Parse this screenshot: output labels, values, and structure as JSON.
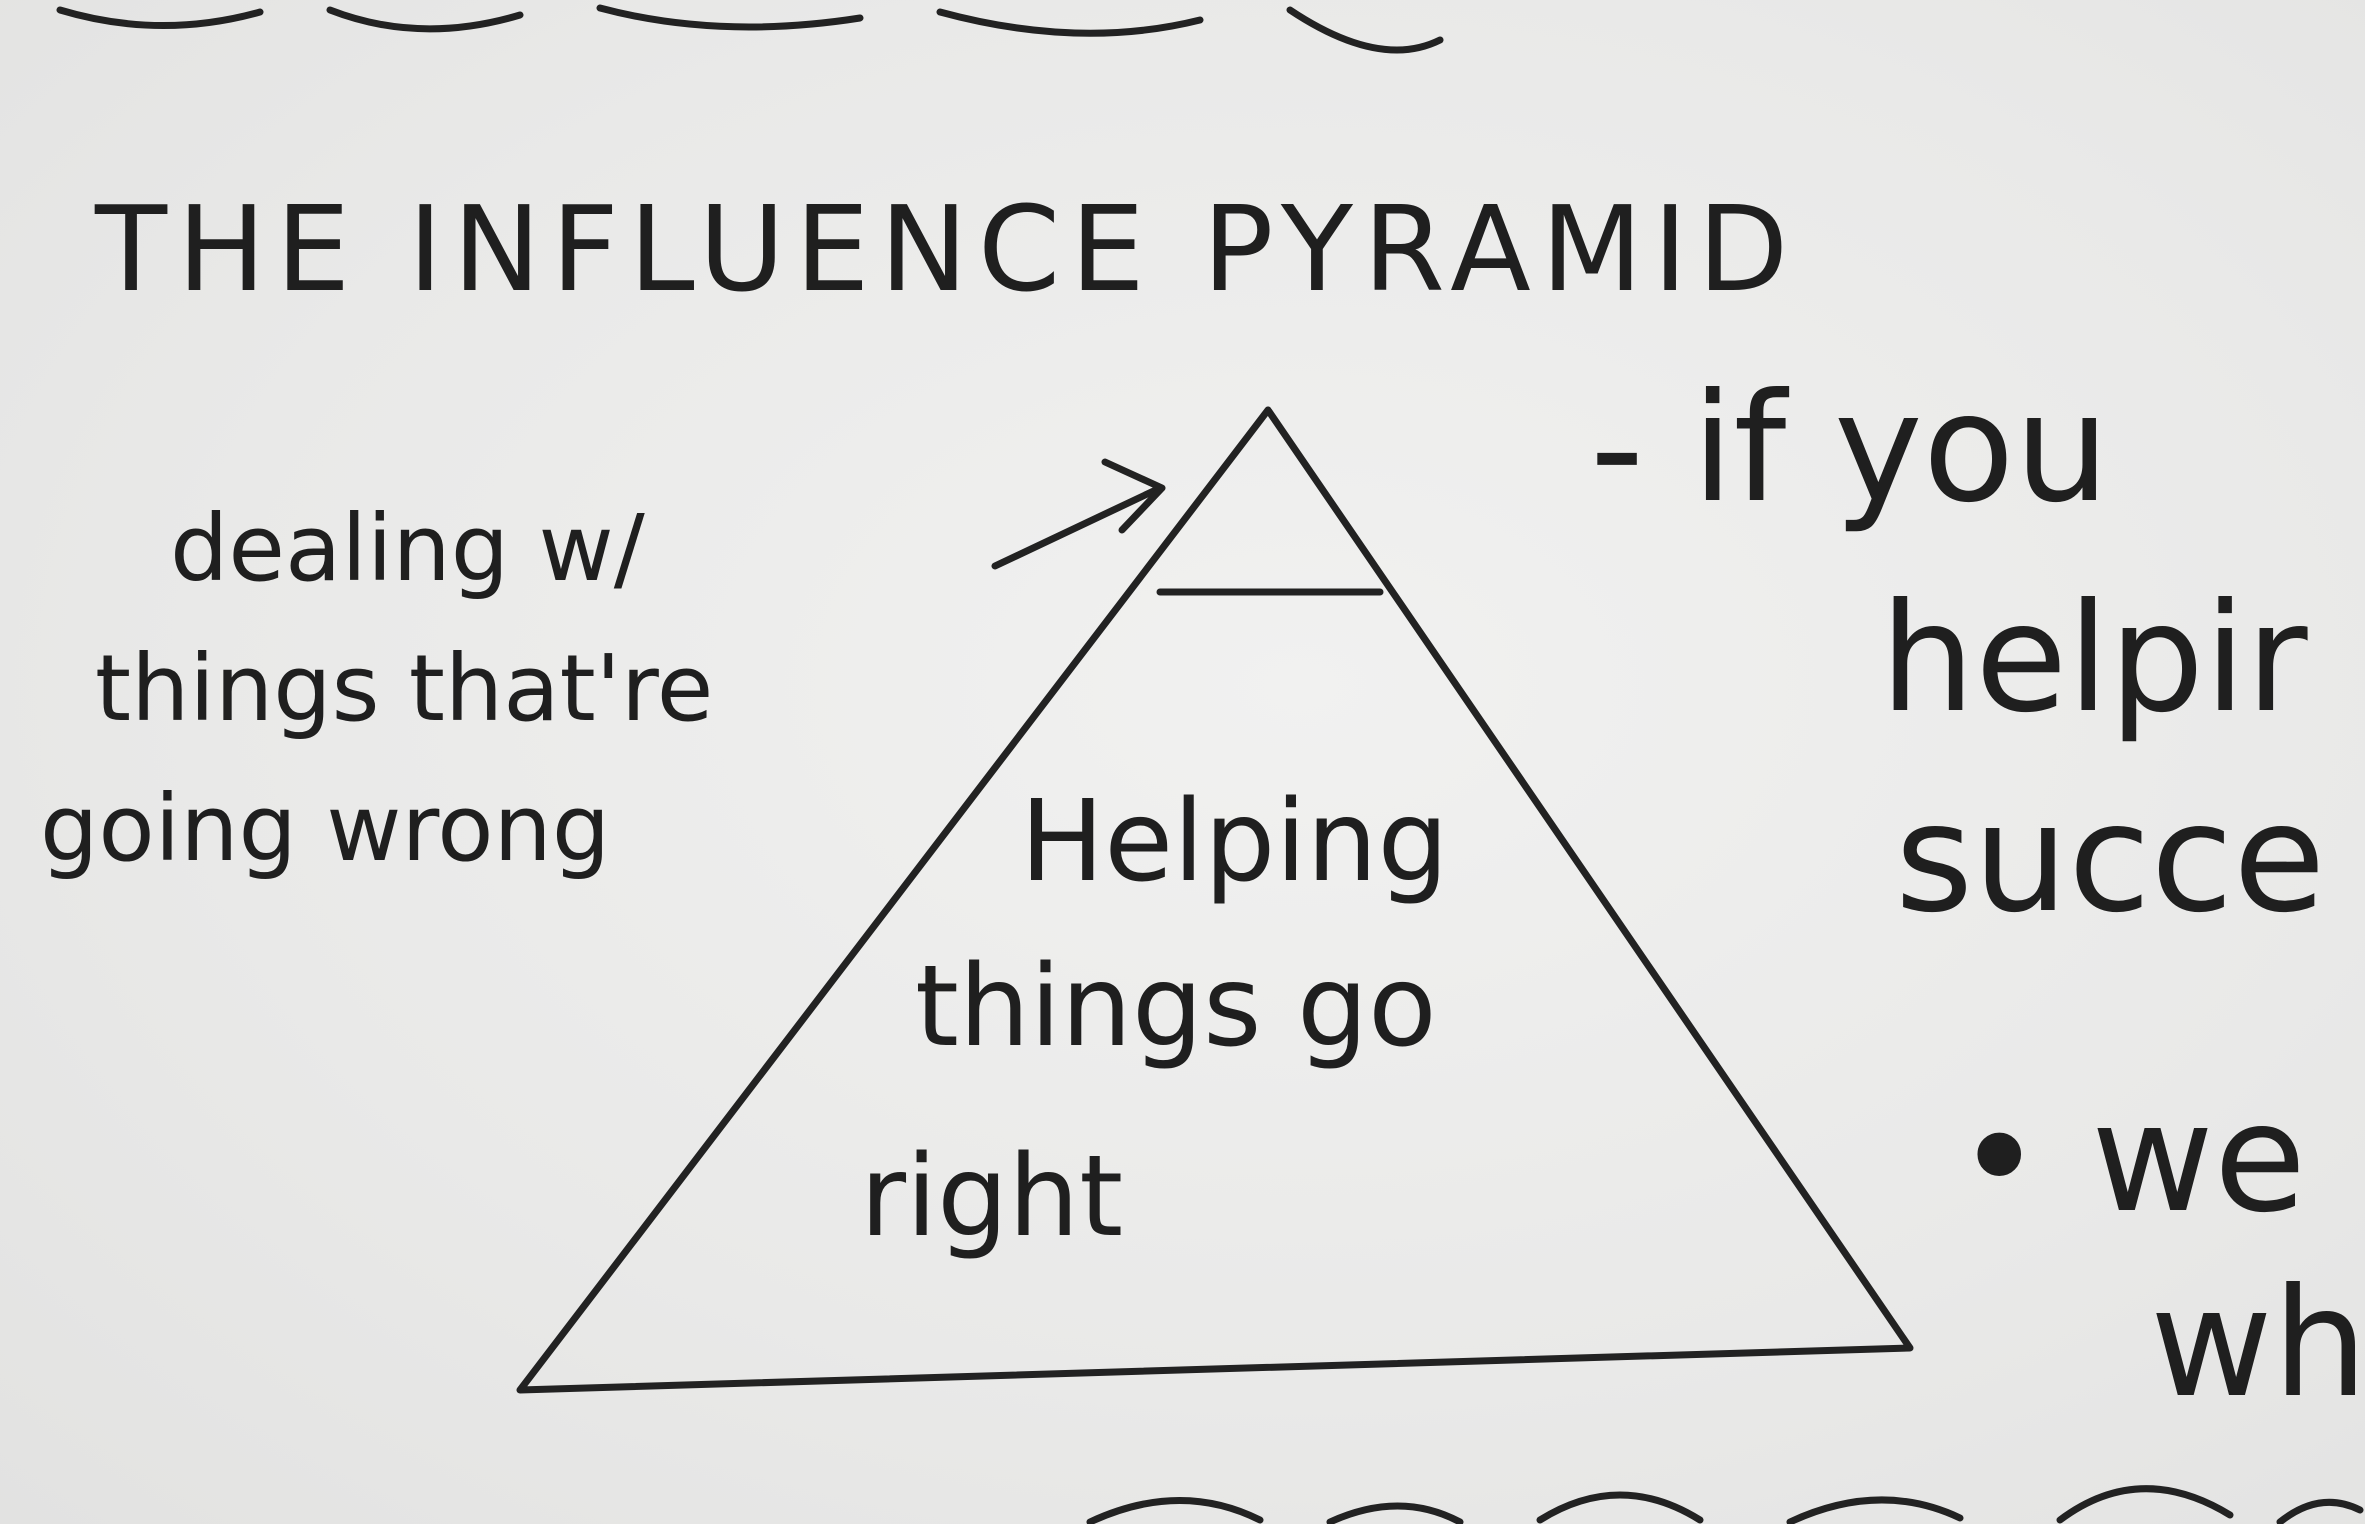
{
  "title": "THE INFLUENCE PYRAMID",
  "pyramid": {
    "apex_label": [
      "dealing w/",
      "things that're",
      "going wrong"
    ],
    "base_label": [
      "Helping",
      "things go",
      "right"
    ]
  },
  "side_notes": {
    "dash_line": "- if you",
    "line2": "helpir",
    "line3": "succe",
    "bullet_line": "• we",
    "line5": "wh"
  },
  "colors": {
    "paper": "#ebebea",
    "ink": "#1f1f1f"
  }
}
